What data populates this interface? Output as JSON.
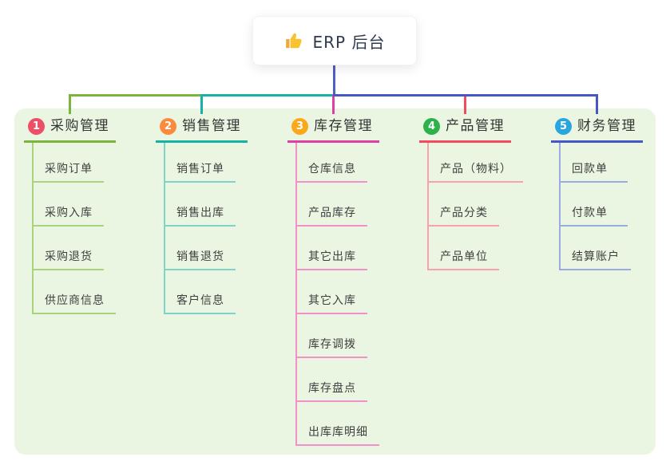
{
  "root": {
    "title": "ERP 后台",
    "icon": "thumbs-up-icon",
    "icon_color": "#f7c331"
  },
  "colors": {
    "page_bg": "#ffffff",
    "panel_bg": "#eaf6e2",
    "root_connector": "#4f60c6",
    "title_text": "#333333",
    "child_text": "#3f3f3f"
  },
  "branches": [
    {
      "num": "1",
      "label": "采购管理",
      "badge_color": "#ee4f68",
      "line_color": "#7cb53e",
      "child_line_color": "#a9d37c",
      "children": [
        "采购订单",
        "采购入库",
        "采购退货",
        "供应商信息"
      ]
    },
    {
      "num": "2",
      "label": "销售管理",
      "badge_color": "#fb8b3b",
      "line_color": "#16b2a4",
      "child_line_color": "#7fd4c8",
      "children": [
        "销售订单",
        "销售出库",
        "销售退货",
        "客户信息"
      ]
    },
    {
      "num": "3",
      "label": "库存管理",
      "badge_color": "#fba91c",
      "line_color": "#de3fa4",
      "child_line_color": "#f290c9",
      "children": [
        "仓库信息",
        "产品库存",
        "其它出库",
        "其它入库",
        "库存调拨",
        "库存盘点",
        "出库库明细"
      ]
    },
    {
      "num": "4",
      "label": "产品管理",
      "badge_color": "#2cb14b",
      "line_color": "#f44a5d",
      "child_line_color": "#f9a2ab",
      "children": [
        "产品（物料）",
        "产品分类",
        "产品单位"
      ]
    },
    {
      "num": "5",
      "label": "财务管理",
      "badge_color": "#2aa6de",
      "line_color": "#4557c4",
      "child_line_color": "#9aabdf",
      "children": [
        "回款单",
        "付款单",
        "结算账户"
      ]
    }
  ]
}
